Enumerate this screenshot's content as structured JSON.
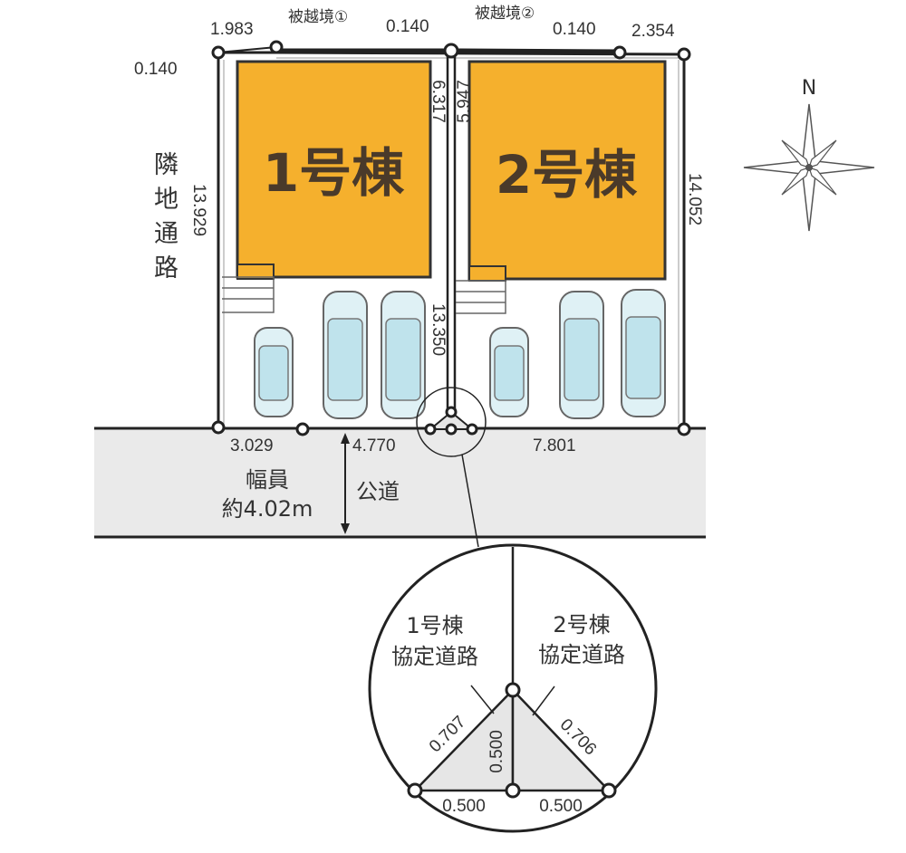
{
  "buildings": {
    "one": {
      "label": "1号棟",
      "color": "#f5b02d"
    },
    "two": {
      "label": "2号棟",
      "color": "#f5b02d"
    }
  },
  "encroachments": {
    "one": "被越境①",
    "two": "被越境②"
  },
  "adjacent_road": {
    "label_chars": [
      "隣",
      "地",
      "通",
      "路"
    ]
  },
  "public_road": {
    "label": "公道",
    "width_title": "幅員",
    "width_value": "約4.02m",
    "color": "#eaeaea"
  },
  "compass": {
    "label": "N"
  },
  "dimensions": {
    "top_left": "1.983",
    "top_left_offset": "0.140",
    "top_middle": "0.140",
    "top_right_offset": "0.140",
    "top_right": "2.354",
    "left_side": "13.929",
    "right_side": "14.052",
    "middle_one": "6.317",
    "middle_two": "5.947",
    "middle_lower": "13.350",
    "bottom_left": "3.029",
    "bottom_middle": "4.770",
    "bottom_right": "7.801"
  },
  "detail": {
    "left_label": [
      "1号棟",
      "協定道路"
    ],
    "right_label": [
      "2号棟",
      "協定道路"
    ],
    "left_hyp": "0.707",
    "right_hyp": "0.706",
    "height": "0.500",
    "base_left": "0.500",
    "base_right": "0.500"
  },
  "cars": [
    {
      "id": "car-1-small"
    },
    {
      "id": "car-1-mid"
    },
    {
      "id": "car-1-right"
    },
    {
      "id": "car-2-small"
    },
    {
      "id": "car-2-mid"
    },
    {
      "id": "car-2-right"
    }
  ]
}
